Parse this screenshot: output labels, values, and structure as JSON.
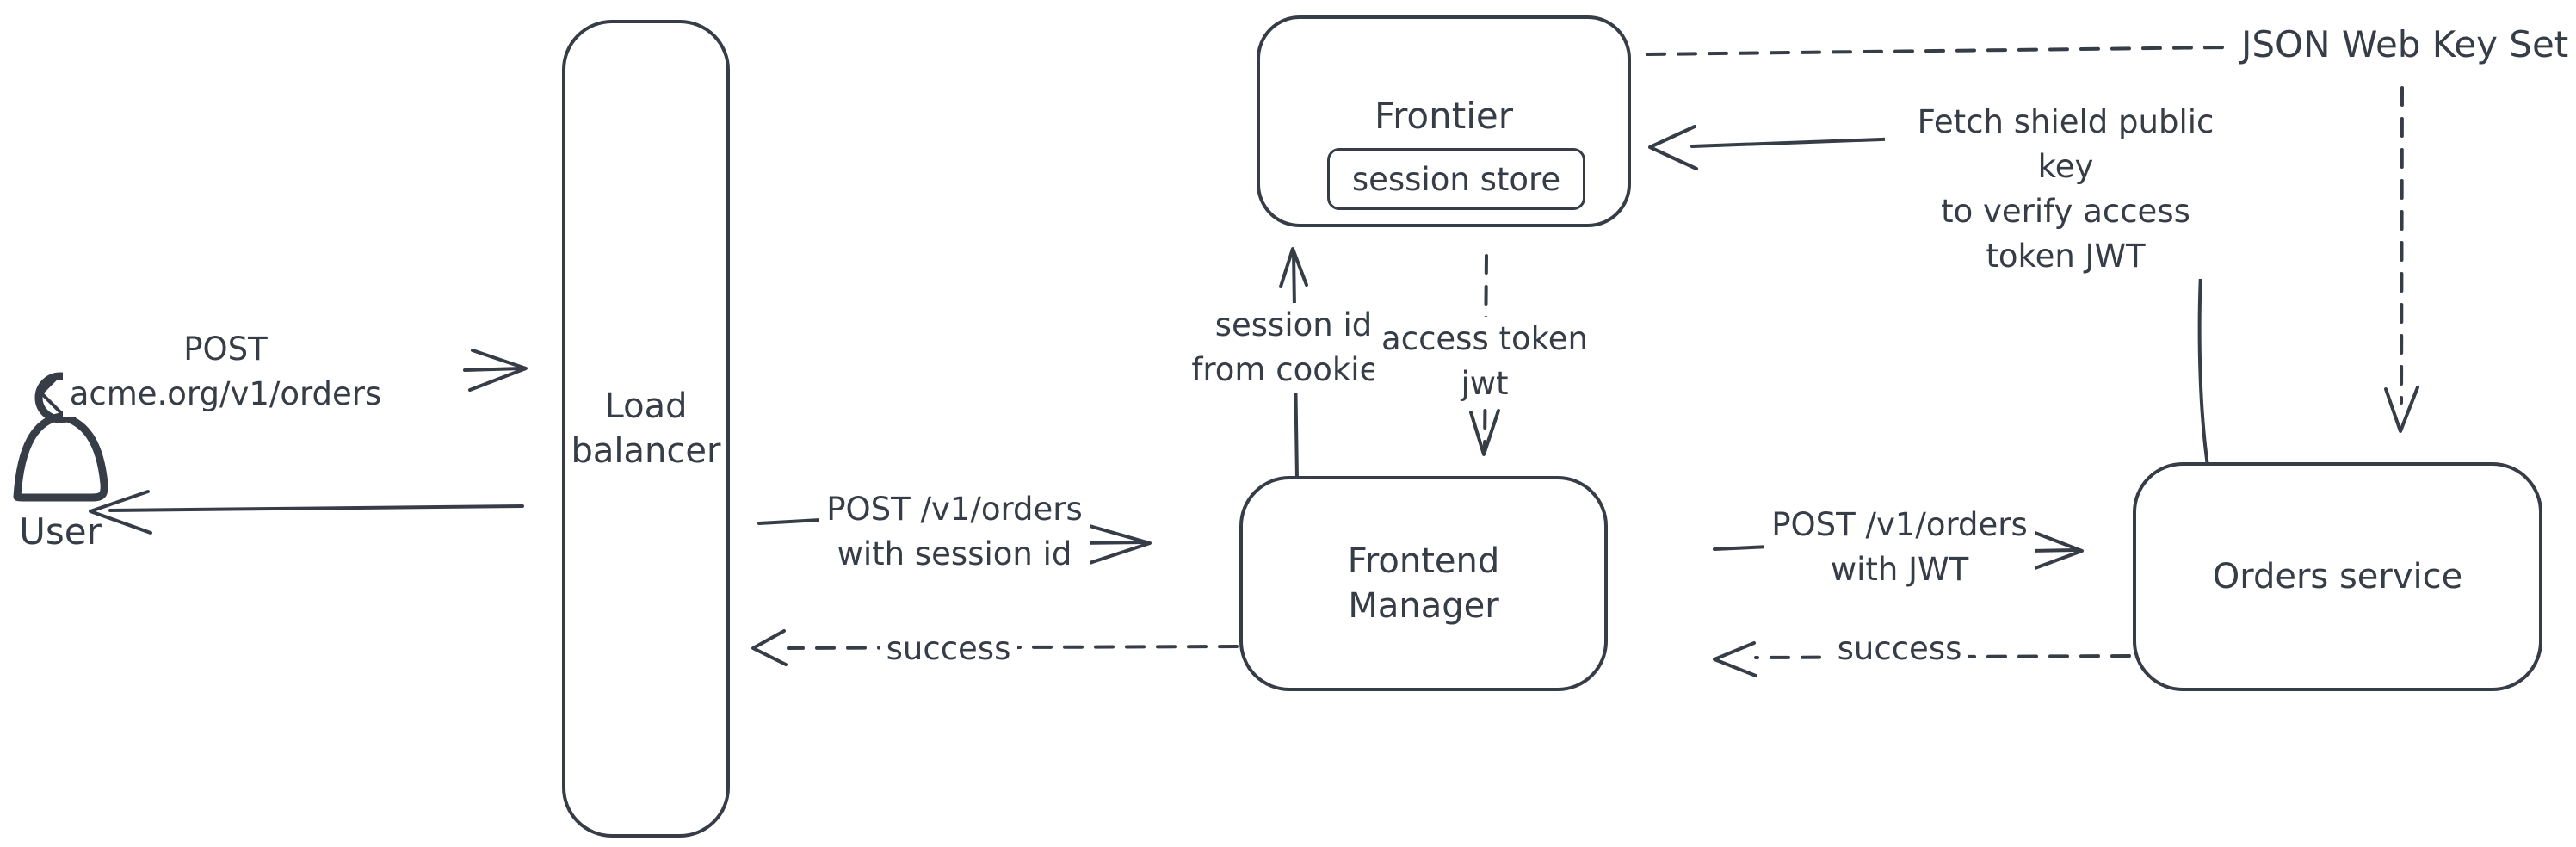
{
  "colors": {
    "ink": "#363d47",
    "background": "#ffffff",
    "actor_hatch_fill": "#cdd6de"
  },
  "nodes": {
    "user": {
      "label": "User"
    },
    "load_balancer": {
      "label": "Load\nbalancer"
    },
    "frontier": {
      "title": "Frontier",
      "session_store_label": "session store"
    },
    "frontend_manager": {
      "label": "Frontend\nManager"
    },
    "orders_service": {
      "label": "Orders service"
    }
  },
  "edges": {
    "user_to_lb": {
      "label": "POST\nacme.org/v1/orders",
      "style": "solid",
      "direction": "right"
    },
    "lb_to_user": {
      "label": "",
      "style": "solid",
      "direction": "left"
    },
    "lb_to_fm": {
      "label": "POST /v1/orders\nwith session id",
      "style": "solid",
      "direction": "right"
    },
    "fm_to_lb": {
      "label": "success",
      "style": "dashed",
      "direction": "left"
    },
    "fm_to_frontier": {
      "label": "session id\nfrom cookies",
      "style": "solid",
      "direction": "up"
    },
    "frontier_to_fm": {
      "label": "access token\njwt",
      "style": "dashed",
      "direction": "down"
    },
    "fm_to_orders": {
      "label": "POST /v1/orders\nwith JWT",
      "style": "solid",
      "direction": "right"
    },
    "orders_to_fm": {
      "label": "success",
      "style": "dashed",
      "direction": "left"
    },
    "orders_to_frontier": {
      "label": "Fetch shield public key\nto verify access\ntoken JWT",
      "style": "solid",
      "direction": "left"
    },
    "frontier_to_jwks": {
      "label": "JSON Web Key Set",
      "style": "dashed",
      "direction": "right"
    },
    "jwks_to_orders": {
      "label": "",
      "style": "dashed",
      "direction": "down"
    }
  }
}
